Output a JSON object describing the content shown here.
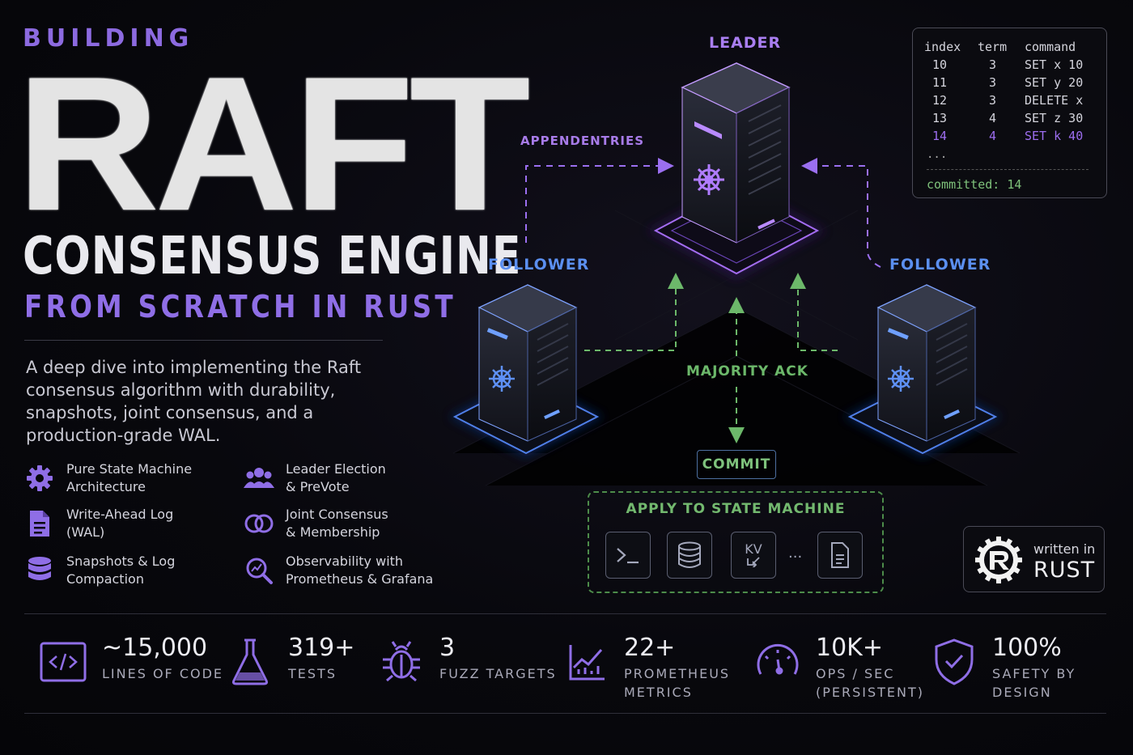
{
  "title": {
    "kicker": "BUILDING",
    "main": "RAFT",
    "line2": "CONSENSUS ENGINE",
    "line3": "FROM SCRATCH IN RUST"
  },
  "description": "A deep dive into implementing the Raft consensus algorithm with durability, snapshots, joint consensus, and a production-grade WAL.",
  "features": [
    {
      "icon": "gear-icon",
      "line1": "Pure State Machine",
      "line2": "Architecture"
    },
    {
      "icon": "users-icon",
      "line1": "Leader Election",
      "line2": "& PreVote"
    },
    {
      "icon": "document-icon",
      "line1": "Write-Ahead Log",
      "line2": "(WAL)"
    },
    {
      "icon": "linked-rings-icon",
      "line1": "Joint Consensus",
      "line2": "& Membership"
    },
    {
      "icon": "database-icon",
      "line1": "Snapshots & Log",
      "line2": "Compaction"
    },
    {
      "icon": "magnifier-chart-icon",
      "line1": "Observability with",
      "line2": "Prometheus & Grafana"
    }
  ],
  "diagram": {
    "leader_label": "LEADER",
    "follower_left_label": "FOLLOWER",
    "follower_right_label": "FOLLOWER",
    "append_label": "APPENDENTRIES",
    "ack_label": "MAJORITY ACK",
    "commit_label": "COMMIT",
    "apply_label": "APPLY TO STATE MACHINE",
    "apply_icons": [
      "terminal-icon",
      "database-icon",
      "kv-icon",
      "more-dots",
      "document-icon"
    ],
    "kv_text": "KV",
    "dots_text": "..."
  },
  "log": {
    "headers": [
      "index",
      "term",
      "command"
    ],
    "rows": [
      [
        "10",
        "3",
        "SET x 10"
      ],
      [
        "11",
        "3",
        "SET y 20"
      ],
      [
        "12",
        "3",
        "DELETE x"
      ],
      [
        "13",
        "4",
        "SET z 30"
      ],
      [
        "14",
        "4",
        "SET k 40"
      ]
    ],
    "ellipsis": "...",
    "committed": "committed: 14"
  },
  "badge": {
    "written": "written in",
    "lang": "RUST"
  },
  "stats": [
    {
      "icon": "code-icon",
      "value": "~15,000",
      "label1": "LINES OF CODE",
      "label2": ""
    },
    {
      "icon": "flask-icon",
      "value": "319+",
      "label1": "TESTS",
      "label2": ""
    },
    {
      "icon": "bug-icon",
      "value": "3",
      "label1": "FUZZ TARGETS",
      "label2": ""
    },
    {
      "icon": "chart-icon",
      "value": "22+",
      "label1": "PROMETHEUS",
      "label2": "METRICS"
    },
    {
      "icon": "gauge-icon",
      "value": "10K+",
      "label1": "OPS / SEC",
      "label2": "(PERSISTENT)"
    },
    {
      "icon": "shield-check-icon",
      "value": "100%",
      "label1": "SAFETY BY",
      "label2": "DESIGN"
    }
  ],
  "colors": {
    "purple": "#8f6ee6",
    "blue": "#5b8ff0",
    "green": "#6cb86a",
    "background": "#07070b"
  }
}
